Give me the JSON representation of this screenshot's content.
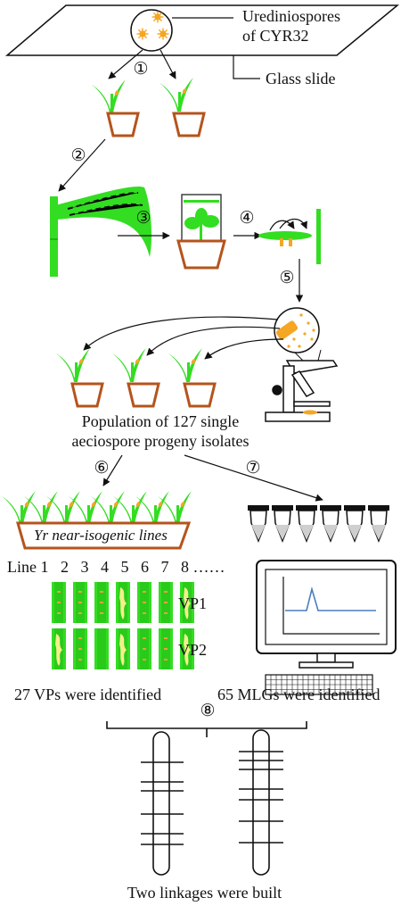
{
  "labels": {
    "urediniospores_line1": "Urediniospores",
    "urediniospores_line2": "of CYR32",
    "glass_slide": "Glass slide",
    "population_line1": "Population of 127 single",
    "population_line2": "aeciospore progeny isolates",
    "yr_prefix": "Yr",
    "yr_rest": " near-isogenic lines",
    "line_header": "Line 1   2   3   4   5   6   7   8 ……",
    "vp1": "VP1",
    "vp2": "VP2",
    "vps_identified": "27 VPs were identified",
    "mlgs_identified": "65 MLGs were identified",
    "linkages_built": "Two linkages were built"
  },
  "steps": [
    "①",
    "②",
    "③",
    "④",
    "⑤",
    "⑥",
    "⑦",
    "⑧"
  ],
  "colors": {
    "leaf_green": "#33dd22",
    "spore_orange": "#f5a623",
    "pot_brown": "#b5541c",
    "lesion_yellow": "#f2f08a",
    "curve_blue": "#4a7ec0",
    "tube_gray": "#cfcfcf",
    "outline": "#111111"
  },
  "icons": [
    "glass-slide-icon",
    "spore-dish-icon",
    "wheat-seedling-icon",
    "pot-icon",
    "barberry-plant-icon",
    "microscope-icon",
    "pcr-tube-icon",
    "computer-monitor-icon",
    "keyboard-icon",
    "chromosome-icon"
  ]
}
